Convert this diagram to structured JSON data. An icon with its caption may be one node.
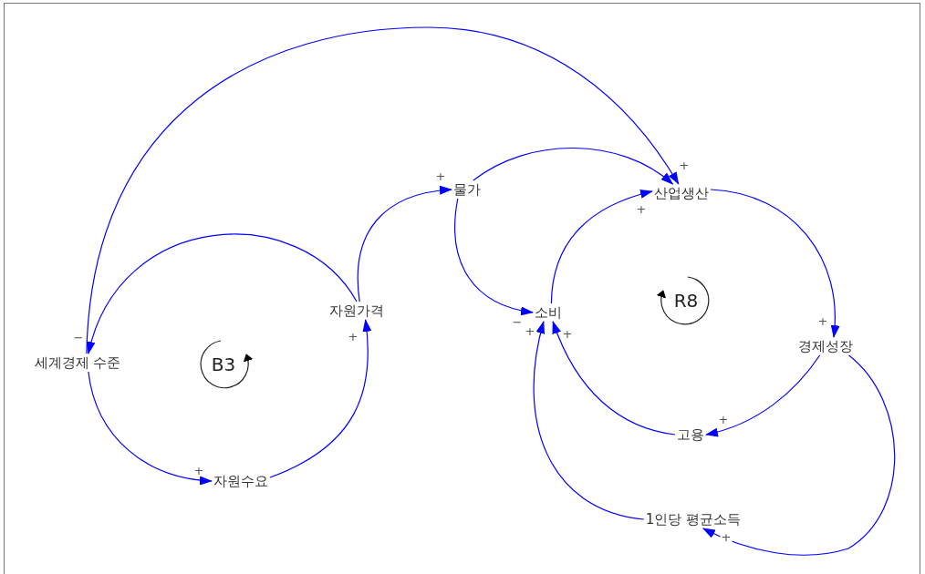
{
  "diagram": {
    "nodes": [
      {
        "text": [
          "세계경제 수준"
        ]
      },
      {
        "text": [
          "자원수요"
        ]
      },
      {
        "text": [
          "자원가격"
        ]
      },
      {
        "text": [
          "물가"
        ]
      },
      {
        "text": [
          "산업생산"
        ]
      },
      {
        "text": [
          "소비"
        ]
      },
      {
        "text": [
          "경제성장"
        ]
      },
      {
        "text": [
          "고용"
        ]
      },
      {
        "text": [
          "1인당 평균소득"
        ]
      }
    ],
    "edges": [
      {
        "from": 0,
        "to": 1,
        "arrow": "to",
        "label": "+"
      },
      {
        "from": 1,
        "to": 2,
        "arrow": "to",
        "label": "+"
      },
      {
        "from": 2,
        "to": 0,
        "arrow": "to",
        "label": "−"
      },
      {
        "from": 2,
        "to": 3,
        "arrow": "to",
        "label": "+"
      },
      {
        "from": 0,
        "to": 4,
        "arrow": "to",
        "label": "+"
      },
      {
        "from": 3,
        "to": 4,
        "arrow": "to"
      },
      {
        "from": 3,
        "to": 5,
        "arrow": "to",
        "label": "−"
      },
      {
        "from": 5,
        "to": 4,
        "arrow": "to",
        "label": "+"
      },
      {
        "from": 4,
        "to": 6,
        "arrow": "to",
        "label": "+"
      },
      {
        "from": 6,
        "to": 7,
        "arrow": "to",
        "label": "+"
      },
      {
        "from": 7,
        "to": 5,
        "arrow": "to",
        "label": "+"
      },
      {
        "from": 6,
        "to": 8,
        "arrow": "to",
        "label": "+"
      },
      {
        "from": 8,
        "to": 5,
        "arrow": "to",
        "label": "+"
      }
    ],
    "labels": [
      "B3",
      "R8"
    ]
  }
}
